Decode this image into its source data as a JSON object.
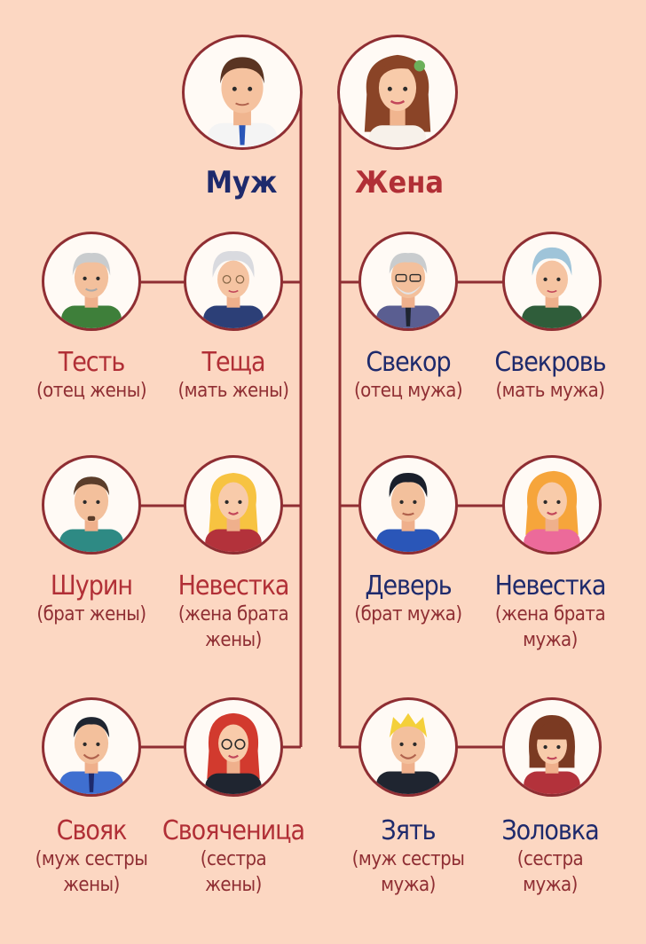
{
  "colors": {
    "background": "#fcd7c2",
    "line": "#8f2e33",
    "husband_side_text": "#b12f36",
    "wife_side_text": "#1e2a6c"
  },
  "top": {
    "husband": {
      "name": "Муж",
      "icon": "husband-portrait-icon"
    },
    "wife": {
      "name": "Жена",
      "icon": "wife-portrait-icon"
    }
  },
  "wife_relatives": [
    {
      "name": "Тесть",
      "desc": "(отец жены)",
      "icon": "father-in-law-portrait-icon"
    },
    {
      "name": "Теща",
      "desc": "(мать жены)",
      "icon": "mother-in-law-portrait-icon"
    },
    {
      "name": "Шурин",
      "desc": "(брат жены)",
      "icon": "brother-in-law-portrait-icon"
    },
    {
      "name": "Невестка",
      "desc": "(жена брата жены)",
      "icon": "sister-in-law-portrait-icon"
    },
    {
      "name": "Свояк",
      "desc": "(муж сестры жены)",
      "icon": "brother-in-law-portrait-icon"
    },
    {
      "name": "Свояченица",
      "desc": "(сестра жены)",
      "icon": "sister-in-law-portrait-icon"
    }
  ],
  "husband_relatives": [
    {
      "name": "Свекор",
      "desc": "(отец мужа)",
      "icon": "father-in-law-portrait-icon"
    },
    {
      "name": "Свекровь",
      "desc": "(мать мужа)",
      "icon": "mother-in-law-portrait-icon"
    },
    {
      "name": "Деверь",
      "desc": "(брат мужа)",
      "icon": "brother-in-law-portrait-icon"
    },
    {
      "name": "Невестка",
      "desc": "(жена брата мужа)",
      "icon": "sister-in-law-portrait-icon"
    },
    {
      "name": "Зять",
      "desc": "(муж сестры мужа)",
      "icon": "brother-in-law-portrait-icon"
    },
    {
      "name": "Золовка",
      "desc": "(сестра мужа)",
      "icon": "sister-in-law-portrait-icon"
    }
  ]
}
